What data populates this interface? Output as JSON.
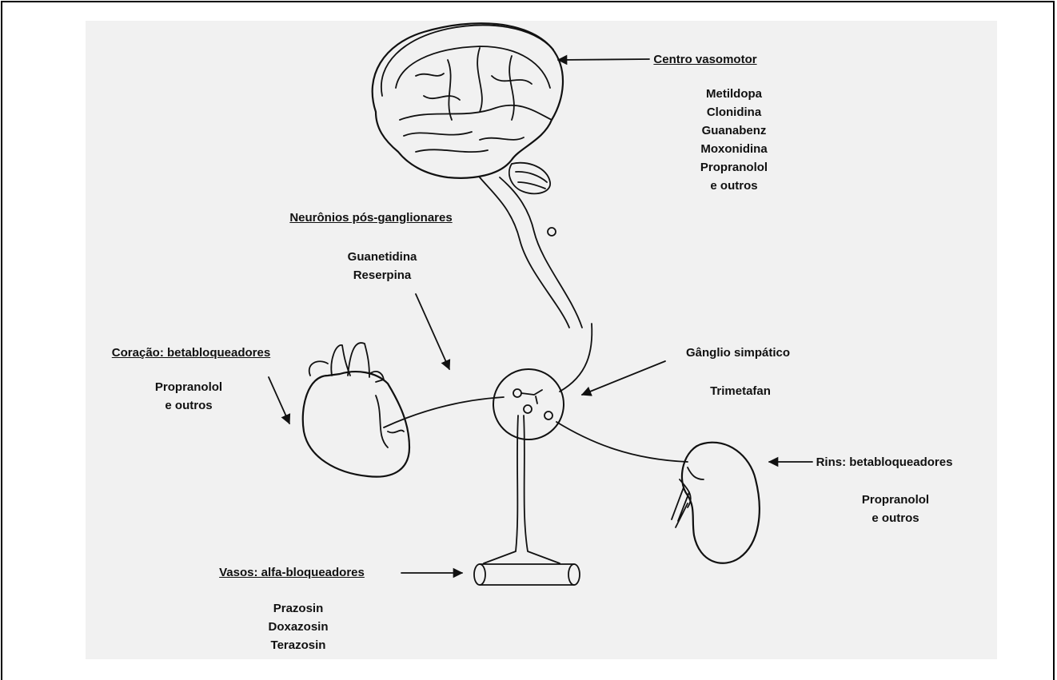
{
  "center": {
    "title": "Centro vasomotor",
    "drugs": [
      "Metildopa",
      "Clonidina",
      "Guanabenz",
      "Moxonidina",
      "Propranolol",
      "e  outros"
    ]
  },
  "neurons": {
    "title": "Neurônios pós-ganglionares",
    "drugs": [
      "Guanetidina",
      "Reserpina"
    ]
  },
  "heart": {
    "title": "Coração: betabloqueadores",
    "drugs": [
      "Propranolol",
      "e  outros"
    ]
  },
  "ganglion": {
    "title": "Gânglio simpático",
    "drugs": [
      "Trimetafan"
    ]
  },
  "kidneys": {
    "title": "Rins: betabloqueadores",
    "drugs": [
      "Propranolol",
      "e  outros"
    ]
  },
  "vessels": {
    "title": "Vasos: alfa-bloqueadores",
    "drugs": [
      "Prazosin",
      "Doxazosin",
      "Terazosin"
    ]
  }
}
